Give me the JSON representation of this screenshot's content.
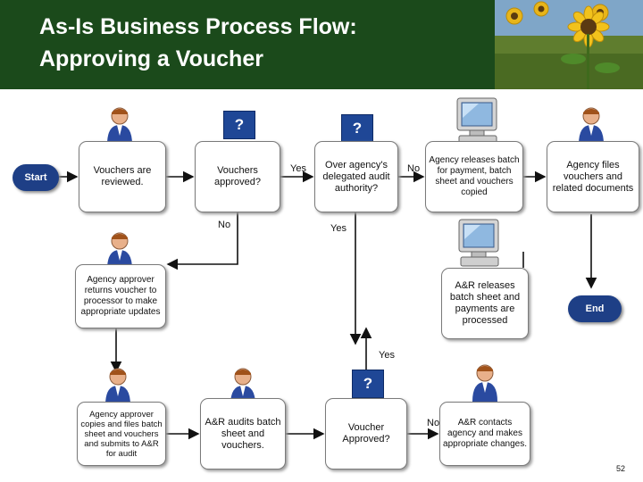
{
  "slide": {
    "title_line1": "As-Is Business Process Flow:",
    "title_line2": "Approving a Voucher",
    "page_number": "52"
  },
  "colors": {
    "header_bg": "#1b4a1b",
    "terminal": "#1e3f86",
    "question_badge": "#1f4796"
  },
  "terminals": {
    "start": "Start",
    "end": "End"
  },
  "question_mark": "?",
  "steps": {
    "reviewed": "Vouchers are reviewed.",
    "approved": "Vouchers approved?",
    "audit_authority": "Over agency's delegated audit authority?",
    "releases_batch": "Agency releases batch for payment, batch sheet and vouchers copied",
    "files_vouchers": "Agency files vouchers and related documents",
    "returns_voucher": "Agency approver returns voucher to processor to make appropriate updates",
    "ar_releases": "A&R releases batch sheet and payments are processed",
    "copies_files": "Agency approver copies and files batch sheet and vouchers and submits to A&R for audit",
    "ar_audits": "A&R audits batch sheet and vouchers.",
    "voucher_approved": "Voucher Approved?",
    "ar_contacts": "A&R contacts agency and makes appropriate changes."
  },
  "edge_labels": {
    "approved_yes": "Yes",
    "audit_no": "No",
    "approved_no": "No",
    "audit_yes": "Yes",
    "voucher_yes": "Yes",
    "voucher_no": "No"
  },
  "icons": {
    "person": "person-icon",
    "computer": "computer-icon",
    "sunflower": "sunflower-image"
  }
}
